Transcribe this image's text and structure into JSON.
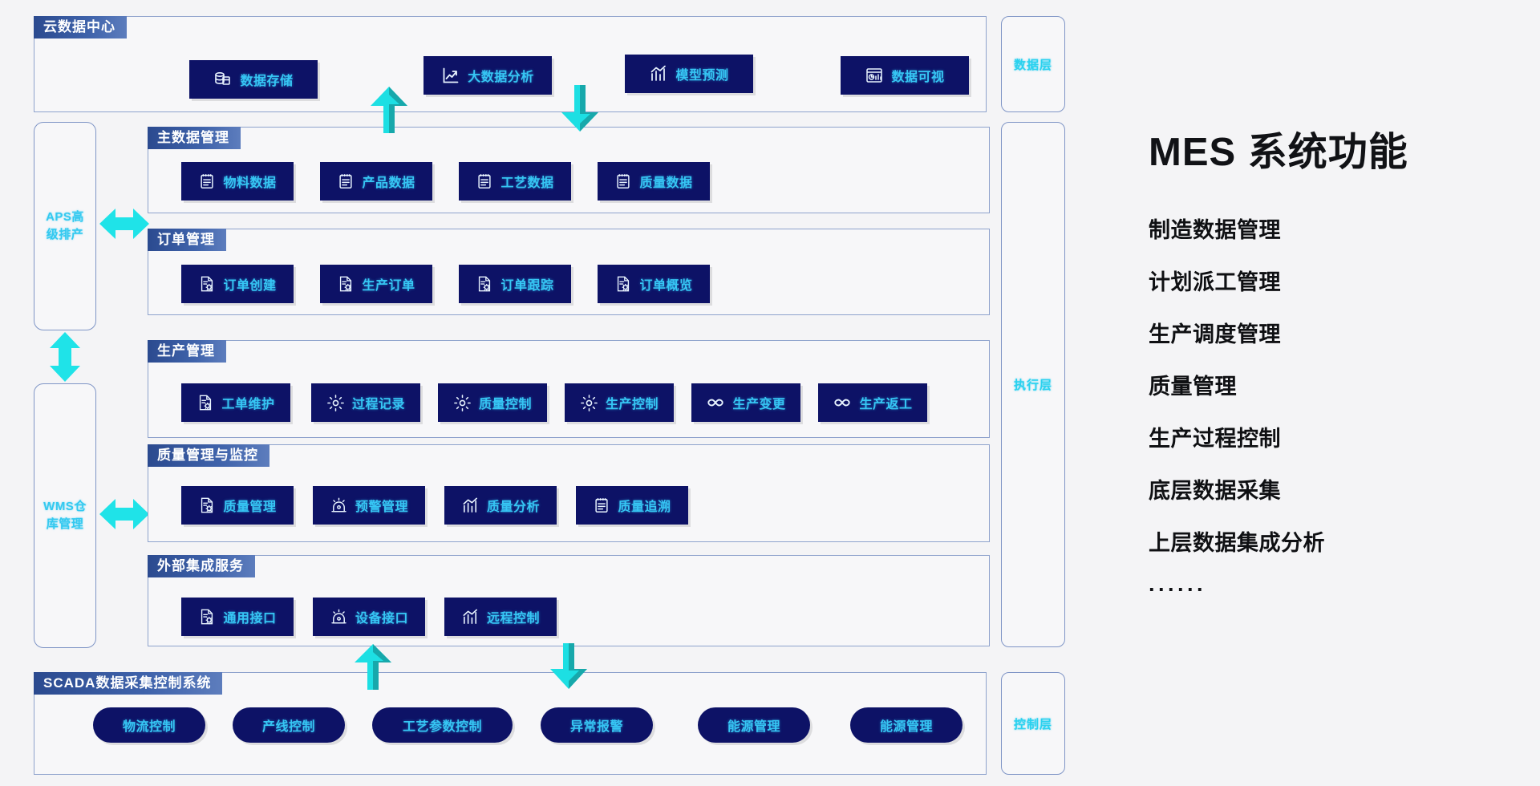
{
  "cloud": {
    "header": "云数据中心",
    "buttons": [
      {
        "label": "数据存储",
        "icon": "database-icon"
      },
      {
        "label": "大数据分析",
        "icon": "trend-chart-icon"
      },
      {
        "label": "模型预测",
        "icon": "bar-trend-icon"
      },
      {
        "label": "数据可视",
        "icon": "dashboard-icon"
      }
    ]
  },
  "layers": [
    {
      "label": "数据层"
    },
    {
      "label": "执行层"
    },
    {
      "label": "控制层"
    }
  ],
  "side_systems": [
    {
      "label": "APS高级排产"
    },
    {
      "label": "WMS仓库管理"
    }
  ],
  "groups": [
    {
      "header": "主数据管理",
      "buttons": [
        {
          "label": "物料数据",
          "icon": "clipboard-icon"
        },
        {
          "label": "产品数据",
          "icon": "clipboard-icon"
        },
        {
          "label": "工艺数据",
          "icon": "clipboard-icon"
        },
        {
          "label": "质量数据",
          "icon": "clipboard-icon"
        }
      ]
    },
    {
      "header": "订单管理",
      "buttons": [
        {
          "label": "订单创建",
          "icon": "doc-gear-icon"
        },
        {
          "label": "生产订单",
          "icon": "doc-gear-icon"
        },
        {
          "label": "订单跟踪",
          "icon": "doc-gear-icon"
        },
        {
          "label": "订单概览",
          "icon": "doc-gear-icon"
        }
      ]
    },
    {
      "header": "生产管理",
      "buttons": [
        {
          "label": "工单维护",
          "icon": "doc-gear-icon"
        },
        {
          "label": "过程记录",
          "icon": "gear-icon"
        },
        {
          "label": "质量控制",
          "icon": "gear-icon"
        },
        {
          "label": "生产控制",
          "icon": "gear-icon"
        },
        {
          "label": "生产变更",
          "icon": "loop-icon"
        },
        {
          "label": "生产返工",
          "icon": "loop-icon"
        }
      ]
    },
    {
      "header": "质量管理与监控",
      "buttons": [
        {
          "label": "质量管理",
          "icon": "doc-gear-icon"
        },
        {
          "label": "预警管理",
          "icon": "alarm-icon"
        },
        {
          "label": "质量分析",
          "icon": "bar-trend-icon"
        },
        {
          "label": "质量追溯",
          "icon": "clipboard-icon"
        }
      ]
    },
    {
      "header": "外部集成服务",
      "buttons": [
        {
          "label": "通用接口",
          "icon": "doc-gear-icon"
        },
        {
          "label": "设备接口",
          "icon": "alarm-icon"
        },
        {
          "label": "远程控制",
          "icon": "bar-trend-icon"
        }
      ]
    }
  ],
  "scada": {
    "header": "SCADA数据采集控制系统",
    "buttons": [
      {
        "label": "物流控制"
      },
      {
        "label": "产线控制"
      },
      {
        "label": "工艺参数控制"
      },
      {
        "label": "异常报警"
      },
      {
        "label": "能源管理"
      },
      {
        "label": "能源管理"
      }
    ]
  },
  "info": {
    "title": "MES 系统功能",
    "items": [
      "制造数据管理",
      "计划派工管理",
      "生产调度管理",
      "质量管理",
      "生产过程控制",
      "底层数据采集",
      "上层数据集成分析"
    ],
    "ellipsis": "······"
  },
  "colors": {
    "button_bg": "#0d1266",
    "button_text": "#36c6f4",
    "header_bg": "#3a5ea5",
    "arrow": "#1fe3e8",
    "border": "#8ea2cc",
    "page_bg": "#f4f4f6"
  }
}
